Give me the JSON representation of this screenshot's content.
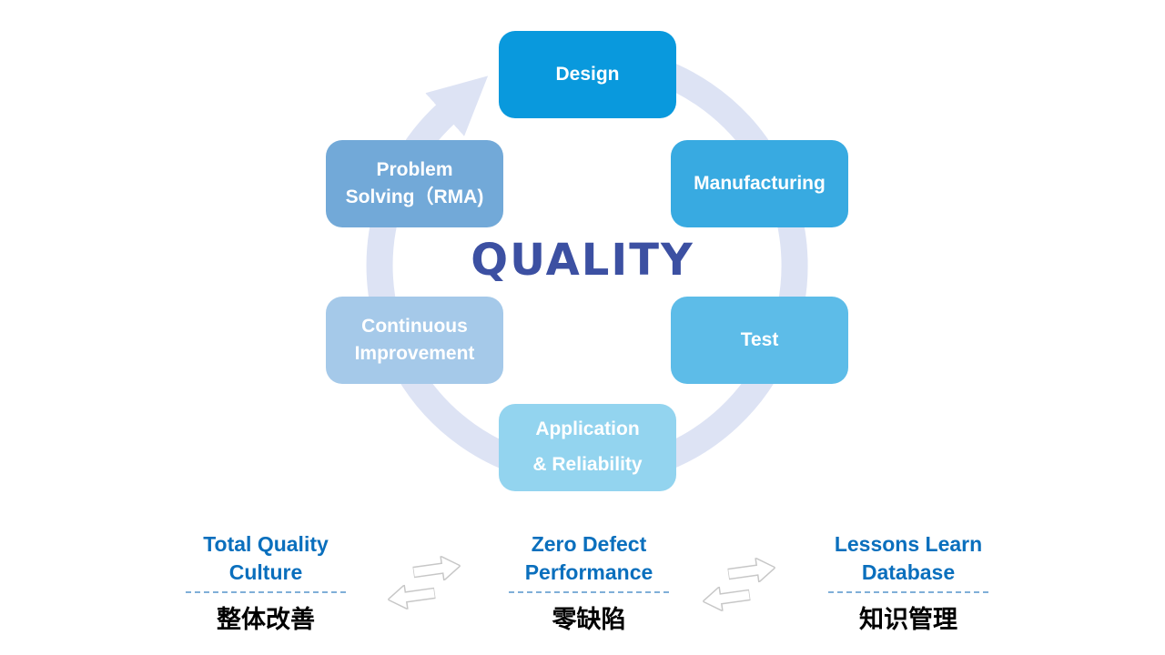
{
  "slide": {
    "background": "#ffffff"
  },
  "cycle": {
    "center_label": "QUALITY",
    "center_label_color": "#3c50a2",
    "ring_color": "#dde3f4",
    "steps": [
      {
        "id": "design",
        "label": "Design",
        "color": "#0999dd"
      },
      {
        "id": "manufacturing",
        "label": "Manufacturing",
        "color": "#38aae1"
      },
      {
        "id": "test",
        "label": "Test",
        "color": "#5dbce8"
      },
      {
        "id": "application-reliability",
        "label": "Application\n& Reliability",
        "color": "#93d4ef"
      },
      {
        "id": "continuous-improvement",
        "label": "Continuous\nImprovement",
        "color": "#a5c9e9"
      },
      {
        "id": "problem-solving-rma",
        "label": "Problem\nSolving（RMA)",
        "color": "#72a9d8"
      }
    ]
  },
  "footer": {
    "title_color": "#0a6fbd",
    "divider_color": "#7fafd8",
    "arrow_outline_color": "#c7c7c7",
    "items": [
      {
        "title": "Total Quality\nCulture",
        "subtitle": "整体改善"
      },
      {
        "title": "Zero Defect\nPerformance",
        "subtitle": "零缺陷"
      },
      {
        "title": "Lessons Learn\nDatabase",
        "subtitle": "知识管理"
      }
    ]
  }
}
